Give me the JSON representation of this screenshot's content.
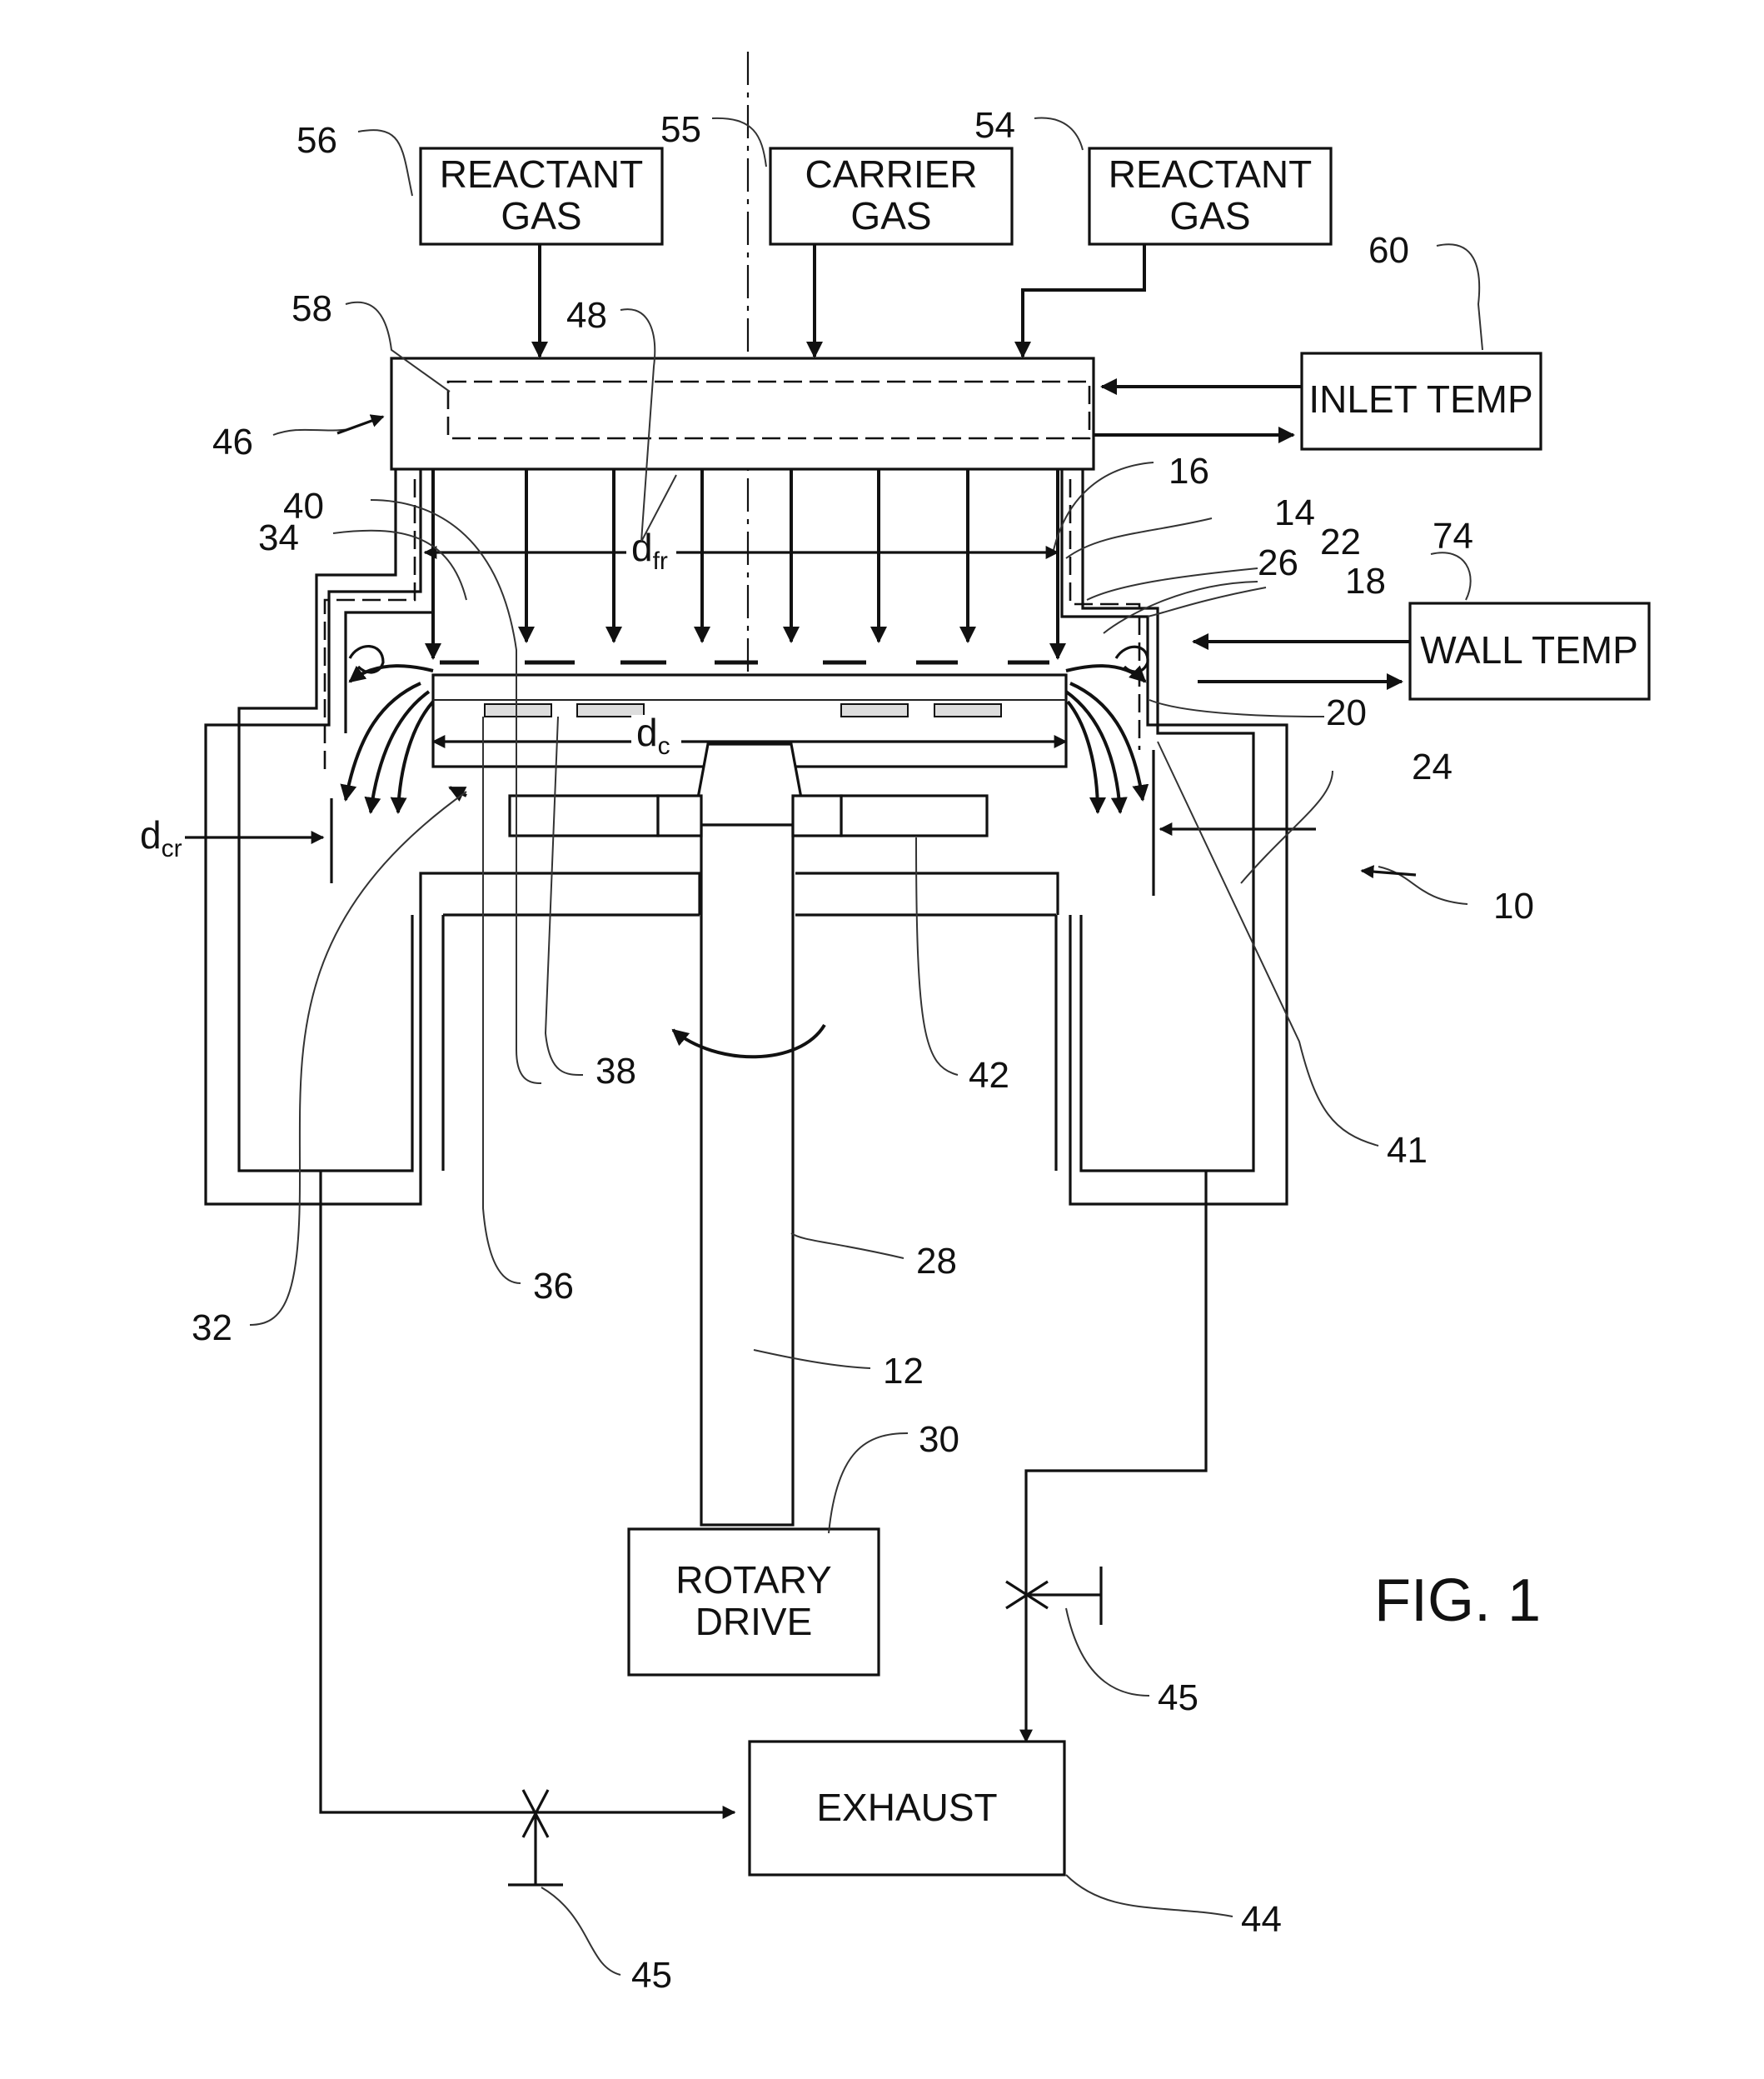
{
  "figure_title": "FIG. 1",
  "boxes": {
    "reactant_gas_left": [
      "REACTANT",
      "GAS"
    ],
    "carrier_gas": [
      "CARRIER",
      "GAS"
    ],
    "reactant_gas_right": [
      "REACTANT",
      "GAS"
    ],
    "inlet_temp": "INLET TEMP",
    "wall_temp": "WALL TEMP",
    "rotary_drive": [
      "ROTARY",
      "DRIVE"
    ],
    "exhaust": "EXHAUST"
  },
  "dimensions": {
    "d_fr": {
      "base": "d",
      "sub": "fr"
    },
    "d_c": {
      "base": "d",
      "sub": "c"
    },
    "d_cr": {
      "base": "d",
      "sub": "cr"
    }
  },
  "reference_numerals": {
    "n56": "56",
    "n55": "55",
    "n54": "54",
    "n60": "60",
    "n58": "58",
    "n48": "48",
    "n46": "46",
    "n40": "40",
    "n34": "34",
    "n16": "16",
    "n14": "14",
    "n22": "22",
    "n26": "26",
    "n18": "18",
    "n74": "74",
    "n20": "20",
    "n24": "24",
    "n10": "10",
    "n38": "38",
    "n42": "42",
    "n41": "41",
    "n36": "36",
    "n32": "32",
    "n28": "28",
    "n12": "12",
    "n30": "30",
    "n45a": "45",
    "n45b": "45",
    "n44": "44"
  }
}
